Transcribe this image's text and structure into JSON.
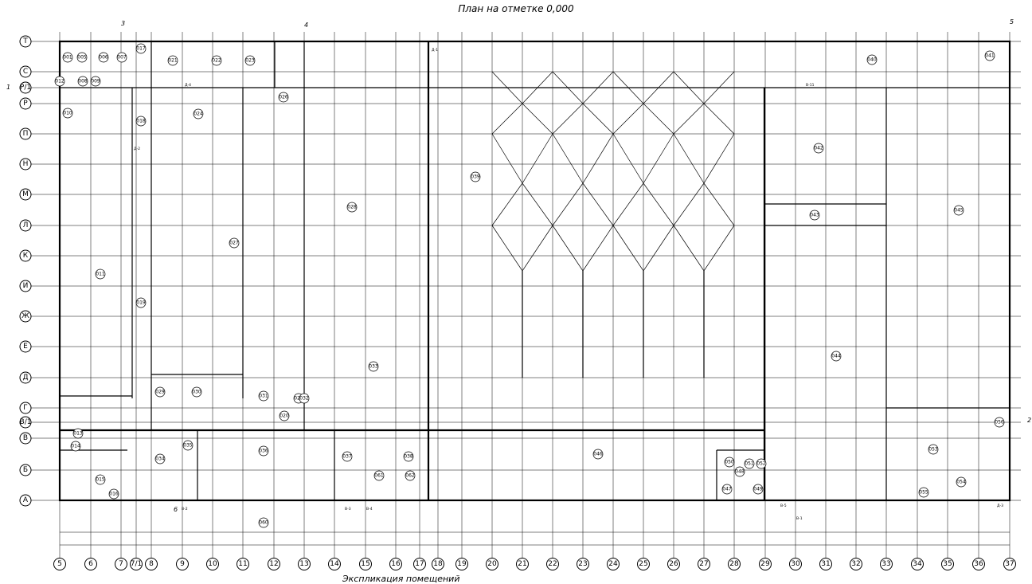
{
  "title": "План на отметке 0,000",
  "footer": "Экспликация помещений",
  "row_axes": [
    "Т",
    "С",
    "Р/1",
    "Р",
    "П",
    "Н",
    "М",
    "Л",
    "К",
    "И",
    "Ж",
    "Е",
    "Д",
    "Г",
    "В/1",
    "В",
    "Б",
    "А"
  ],
  "col_axes": [
    "5",
    "6",
    "7",
    "7/1",
    "8",
    "9",
    "10",
    "11",
    "12",
    "13",
    "14",
    "15",
    "16",
    "17",
    "18",
    "19",
    "20",
    "21",
    "22",
    "23",
    "24",
    "25",
    "26",
    "27",
    "28",
    "29",
    "30",
    "31",
    "32",
    "33",
    "34",
    "35",
    "36",
    "37"
  ],
  "section_marks": [
    "3",
    "4",
    "5",
    "1",
    "2",
    "6"
  ],
  "rooms": [
    "001",
    "005",
    "006",
    "007",
    "008",
    "009",
    "010",
    "011",
    "012",
    "013",
    "014",
    "015",
    "016",
    "017",
    "018",
    "019",
    "020",
    "021",
    "022",
    "023",
    "024",
    "025",
    "026",
    "027",
    "028",
    "029",
    "030",
    "031",
    "032",
    "033",
    "034",
    "035",
    "036",
    "037",
    "038",
    "039",
    "040",
    "041",
    "042",
    "043",
    "044",
    "045",
    "046",
    "047",
    "048",
    "049",
    "050",
    "051",
    "052",
    "053",
    "054",
    "055",
    "056",
    "060",
    "061",
    "062"
  ],
  "door_labels": [
    "Д-1",
    "Д-2",
    "Д-3",
    "Д-4",
    "В-1",
    "В-2",
    "В-3",
    "В-4",
    "В-5",
    "В-11"
  ]
}
